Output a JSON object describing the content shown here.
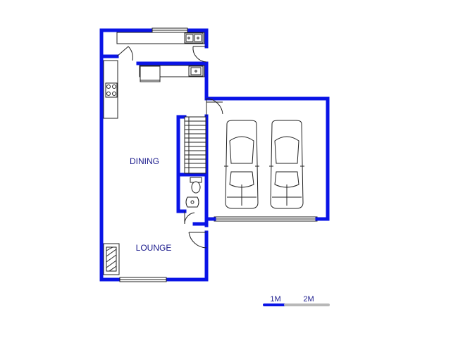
{
  "rooms": {
    "dining": "DINING",
    "lounge": "LOUNGE"
  },
  "scale": {
    "mark1": "1M",
    "mark2": "2M"
  },
  "colors": {
    "wall": "#0a14e6",
    "scale_gray": "#b8b8b8"
  }
}
